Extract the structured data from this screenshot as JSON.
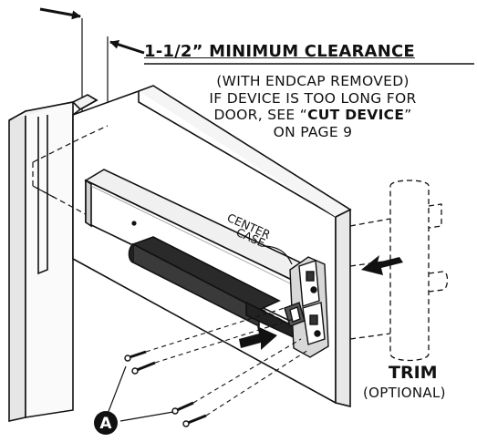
{
  "heading": "1-1/2” MINIMUM CLEARANCE",
  "note": {
    "line1": "(WITH ENDCAP REMOVED)",
    "line2": "IF DEVICE IS TOO LONG FOR",
    "line3_prefix": "DOOR, SEE “",
    "line3_bold": "CUT DEVICE",
    "line3_suffix": "”",
    "line4": "ON PAGE 9"
  },
  "callout_center": "CENTER",
  "callout_case": "CASE",
  "trim_label": "TRIM",
  "trim_optional": "(OPTIONAL)",
  "marker_label": "A",
  "colors": {
    "ink": "#111111",
    "shade": "#555555",
    "paper": "#ffffff"
  }
}
